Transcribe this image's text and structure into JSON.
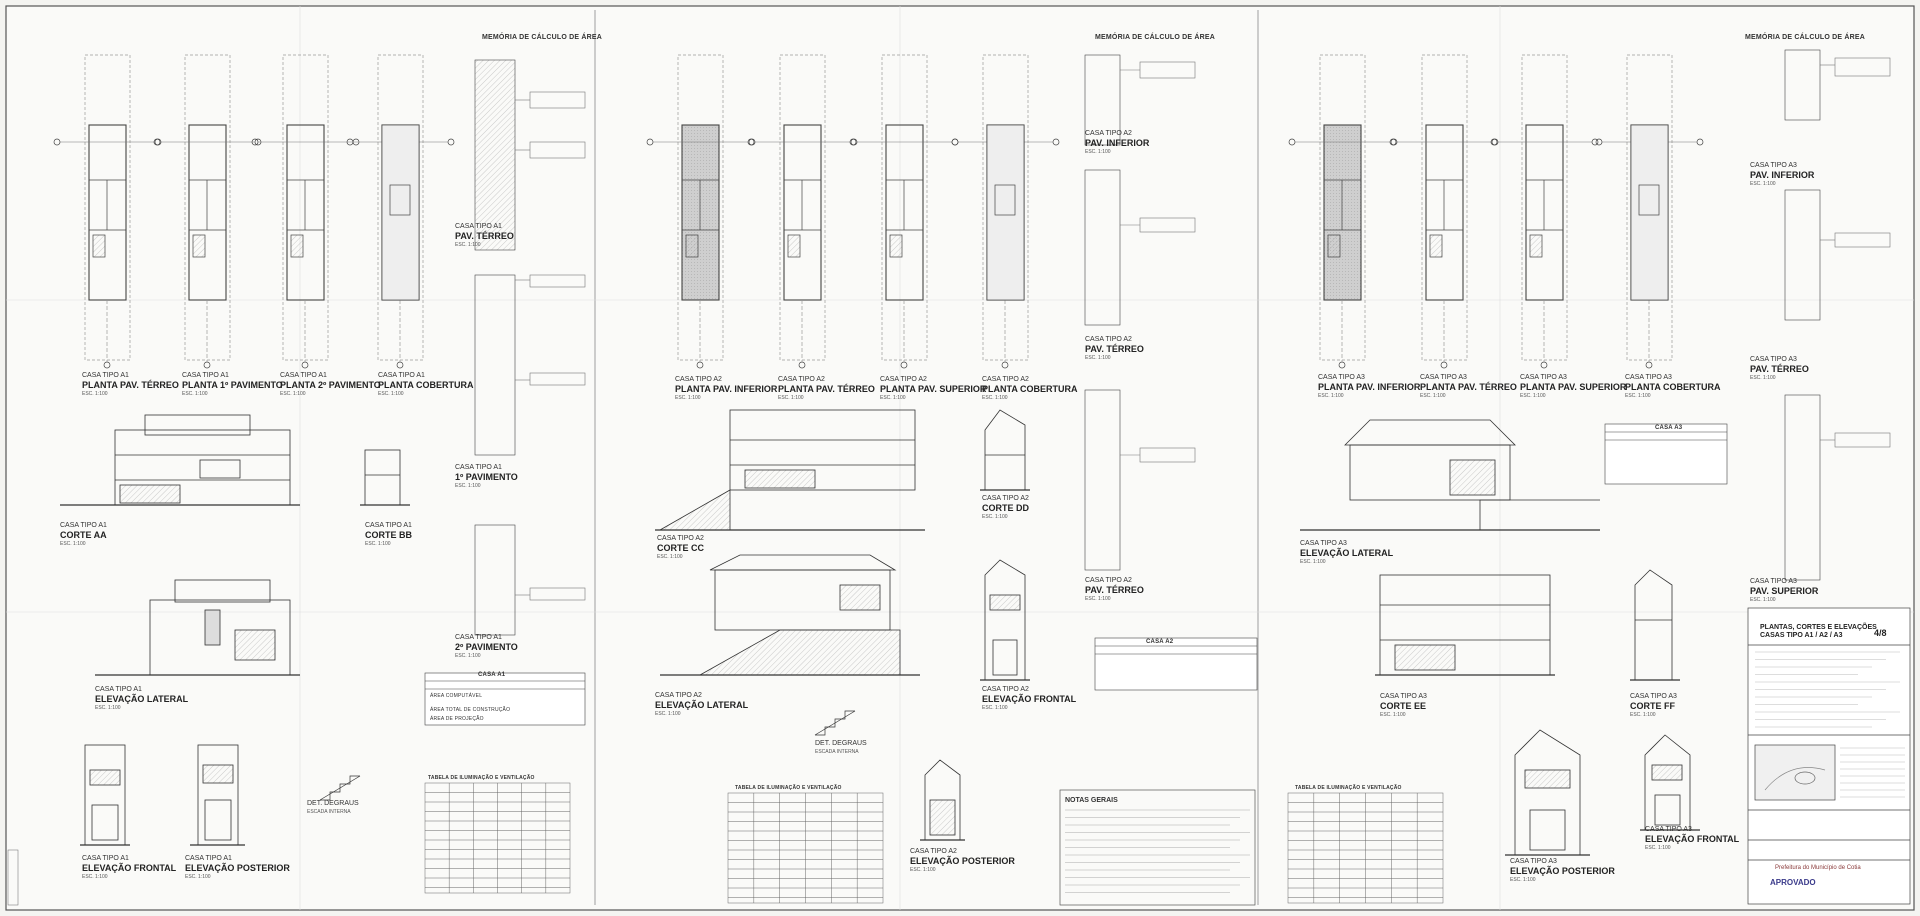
{
  "sheet": {
    "title_line1": "PLANTAS, CORTES E ELEVAÇÕES",
    "title_line2": "CASAS TIPO A1 / A2 / A3",
    "sheet_number": "4/8",
    "approval_stamp": "APROVADO",
    "city": "Prefeitura do Município de Cotia"
  },
  "sections": {
    "memo_a1": "MEMÓRIA DE CÁLCULO DE ÁREA",
    "memo_a2": "MEMÓRIA DE CÁLCULO DE ÁREA",
    "memo_a3": "MEMÓRIA DE CÁLCULO DE ÁREA",
    "notes": "NOTAS GERAIS"
  },
  "drawings": [
    {
      "id": "a1-terreo",
      "t1": "CASA TIPO A1",
      "t2": "PLANTA PAV. TÉRREO",
      "t3": "ESC. 1:100"
    },
    {
      "id": "a1-1pav",
      "t1": "CASA TIPO A1",
      "t2": "PLANTA 1º PAVIMENTO",
      "t3": "ESC. 1:100"
    },
    {
      "id": "a1-2pav",
      "t1": "CASA TIPO A1",
      "t2": "PLANTA 2º PAVIMENTO",
      "t3": "ESC. 1:100"
    },
    {
      "id": "a1-cob",
      "t1": "CASA TIPO A1",
      "t2": "PLANTA COBERTURA",
      "t3": "ESC. 1:100"
    },
    {
      "id": "a1-corte-aa",
      "t1": "CASA TIPO A1",
      "t2": "CORTE AA",
      "t3": "ESC. 1:100"
    },
    {
      "id": "a1-corte-bb",
      "t1": "CASA TIPO A1",
      "t2": "CORTE BB",
      "t3": "ESC. 1:100"
    },
    {
      "id": "a1-elev-lat",
      "t1": "CASA TIPO A1",
      "t2": "ELEVAÇÃO LATERAL",
      "t3": "ESC. 1:100"
    },
    {
      "id": "a1-elev-front",
      "t1": "CASA TIPO A1",
      "t2": "ELEVAÇÃO FRONTAL",
      "t3": "ESC. 1:100"
    },
    {
      "id": "a1-elev-post",
      "t1": "CASA TIPO A1",
      "t2": "ELEVAÇÃO POSTERIOR",
      "t3": "ESC. 1:100"
    },
    {
      "id": "a1-memo-terreo",
      "t1": "CASA TIPO A1",
      "t2": "PAV. TÉRREO",
      "t3": "ESC. 1:100"
    },
    {
      "id": "a1-memo-1pav",
      "t1": "CASA TIPO A1",
      "t2": "1º PAVIMENTO",
      "t3": "ESC. 1:100"
    },
    {
      "id": "a1-memo-2pav",
      "t1": "CASA TIPO A1",
      "t2": "2º PAVIMENTO",
      "t3": "ESC. 1:100"
    },
    {
      "id": "a1-degraus",
      "t1": "DET. DEGRAUS",
      "t2": "",
      "t3": "ESCADA INTERNA"
    },
    {
      "id": "a2-inferior",
      "t1": "CASA TIPO A2",
      "t2": "PLANTA PAV. INFERIOR",
      "t3": "ESC. 1:100"
    },
    {
      "id": "a2-terreo",
      "t1": "CASA TIPO A2",
      "t2": "PLANTA PAV. TÉRREO",
      "t3": "ESC. 1:100"
    },
    {
      "id": "a2-superior",
      "t1": "CASA TIPO A2",
      "t2": "PLANTA PAV. SUPERIOR",
      "t3": "ESC. 1:100"
    },
    {
      "id": "a2-cob",
      "t1": "CASA TIPO A2",
      "t2": "PLANTA COBERTURA",
      "t3": "ESC. 1:100"
    },
    {
      "id": "a2-corte-cc",
      "t1": "CASA TIPO A2",
      "t2": "CORTE CC",
      "t3": "ESC. 1:100"
    },
    {
      "id": "a2-corte-dd",
      "t1": "CASA TIPO A2",
      "t2": "CORTE DD",
      "t3": "ESC. 1:100"
    },
    {
      "id": "a2-elev-lat",
      "t1": "CASA TIPO A2",
      "t2": "ELEVAÇÃO LATERAL",
      "t3": "ESC. 1:100"
    },
    {
      "id": "a2-elev-front",
      "t1": "CASA TIPO A2",
      "t2": "ELEVAÇÃO FRONTAL",
      "t3": "ESC. 1:100"
    },
    {
      "id": "a2-elev-post",
      "t1": "CASA TIPO A2",
      "t2": "ELEVAÇÃO POSTERIOR",
      "t3": "ESC. 1:100"
    },
    {
      "id": "a2-memo-inf",
      "t1": "CASA TIPO A2",
      "t2": "PAV. INFERIOR",
      "t3": "ESC. 1:100"
    },
    {
      "id": "a2-memo-terreo",
      "t1": "CASA TIPO A2",
      "t2": "PAV. TÉRREO",
      "t3": "ESC. 1:100"
    },
    {
      "id": "a2-memo-terreo2",
      "t1": "CASA TIPO A2",
      "t2": "PAV. TÉRREO",
      "t3": "ESC. 1:100"
    },
    {
      "id": "a2-degraus",
      "t1": "DET. DEGRAUS",
      "t2": "",
      "t3": "ESCADA INTERNA"
    },
    {
      "id": "a3-inferior",
      "t1": "CASA TIPO A3",
      "t2": "PLANTA PAV. INFERIOR",
      "t3": "ESC. 1:100"
    },
    {
      "id": "a3-terreo",
      "t1": "CASA TIPO A3",
      "t2": "PLANTA PAV. TÉRREO",
      "t3": "ESC. 1:100"
    },
    {
      "id": "a3-superior",
      "t1": "CASA TIPO A3",
      "t2": "PLANTA PAV. SUPERIOR",
      "t3": "ESC. 1:100"
    },
    {
      "id": "a3-cob",
      "t1": "CASA TIPO A3",
      "t2": "PLANTA COBERTURA",
      "t3": "ESC. 1:100"
    },
    {
      "id": "a3-elev-lat",
      "t1": "CASA TIPO A3",
      "t2": "ELEVAÇÃO LATERAL",
      "t3": "ESC. 1:100"
    },
    {
      "id": "a3-corte-ee",
      "t1": "CASA TIPO A3",
      "t2": "CORTE EE",
      "t3": "ESC. 1:100"
    },
    {
      "id": "a3-corte-ff",
      "t1": "CASA TIPO A3",
      "t2": "CORTE FF",
      "t3": "ESC. 1:100"
    },
    {
      "id": "a3-elev-front",
      "t1": "CASA TIPO A3",
      "t2": "ELEVAÇÃO FRONTAL",
      "t3": "ESC. 1:100"
    },
    {
      "id": "a3-elev-post",
      "t1": "CASA TIPO A3",
      "t2": "ELEVAÇÃO POSTERIOR",
      "t3": "ESC. 1:100"
    },
    {
      "id": "a3-memo-inf",
      "t1": "CASA TIPO A3",
      "t2": "PAV. INFERIOR",
      "t3": "ESC. 1:100"
    },
    {
      "id": "a3-memo-terreo",
      "t1": "CASA TIPO A3",
      "t2": "PAV. TÉRREO",
      "t3": "ESC. 1:100"
    },
    {
      "id": "a3-memo-sup",
      "t1": "CASA TIPO A3",
      "t2": "PAV. SUPERIOR",
      "t3": "ESC. 1:100"
    }
  ],
  "tables": {
    "a1": "CASA A1",
    "a2": "CASA A2",
    "a3": "CASA A3",
    "vent_a1": "TABELA DE ILUMINAÇÃO E VENTILAÇÃO",
    "vent_a2": "TABELA DE ILUMINAÇÃO E VENTILAÇÃO",
    "vent_a3": "TABELA DE ILUMINAÇÃO E VENTILAÇÃO",
    "area_computavel": "ÁREA COMPUTÁVEL",
    "area_total": "ÁREA TOTAL DE CONSTRUÇÃO",
    "area_projecao": "ÁREA DE PROJEÇÃO"
  }
}
